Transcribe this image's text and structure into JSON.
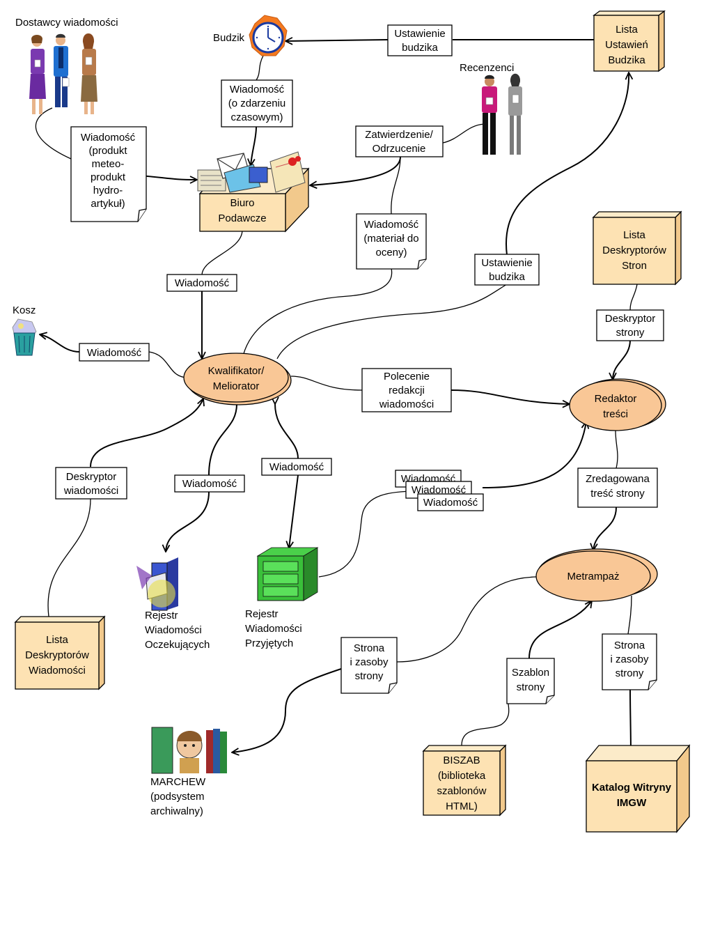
{
  "nodes": {
    "dostawcy": "Dostawcy wiadomości",
    "budzik": "Budzik",
    "lista_ustawien": [
      "Lista",
      "Ustawień",
      "Budzika"
    ],
    "recenzenci": "Recenzenci",
    "biuro": [
      "Biuro",
      "Podawcze"
    ],
    "kosz": "Kosz",
    "kwalifikator": [
      "Kwalifikator/",
      "Meliorator"
    ],
    "lista_deskr_stron": [
      "Lista",
      "Deskryptorów",
      "Stron"
    ],
    "redaktor": [
      "Redaktor",
      "treści"
    ],
    "metrampaz": "Metrampaż",
    "lista_deskr_wiad": [
      "Lista",
      "Deskryptorów",
      "Wiadomości"
    ],
    "rejestr_oczek": [
      "Rejestr",
      "Wiadomości",
      "Oczekujących"
    ],
    "rejestr_przyj": [
      "Rejestr",
      "Wiadomości",
      "Przyjętych"
    ],
    "marchew": [
      "MARCHEW",
      "(podsystem",
      "archiwalny)"
    ],
    "biszab": [
      "BISZAB",
      "(biblioteka",
      "szablonów",
      "HTML)"
    ],
    "katalog": [
      "Katalog Witryny",
      "IMGW"
    ]
  },
  "labels": {
    "ustawienie_budzika_top": [
      "Ustawienie",
      "budzika"
    ],
    "wiad_zdarzenie": [
      "Wiadomość",
      "(o  zdarzeniu",
      "czasowym)"
    ],
    "wiad_produkt": [
      "Wiadomość",
      "(produkt",
      "meteo-",
      "produkt",
      "hydro-",
      "artykuł)"
    ],
    "zatwierdzenie": [
      "Zatwierdzenie/",
      "Odrzucenie"
    ],
    "wiad_material": [
      "Wiadomość",
      "(materiał do",
      "oceny)"
    ],
    "ustawienie_budzika_mid": [
      "Ustawienie",
      "budzika"
    ],
    "wiad_biuro": "Wiadomość",
    "wiad_kosz": "Wiadomość",
    "deskryptor_strony": [
      "Deskryptor",
      "strony"
    ],
    "polecenie": [
      "Polecenie",
      "redakcji",
      "wiadomości"
    ],
    "wiad_oczek": "Wiadomość",
    "wiad_przyj": "Wiadomość",
    "deskryptor_wiad": [
      "Deskryptor",
      "wiadomości"
    ],
    "wiad_stack": [
      "Wiadomość",
      "Wiadomość",
      "Wiadomość"
    ],
    "zredagowana": [
      "Zredagowana",
      "treść strony"
    ],
    "strona_zasoby_left": [
      "Strona",
      "i zasoby",
      "strony"
    ],
    "szablon": [
      "Szablon",
      "strony"
    ],
    "strona_zasoby_right": [
      "Strona",
      "i zasoby",
      "strony"
    ]
  }
}
